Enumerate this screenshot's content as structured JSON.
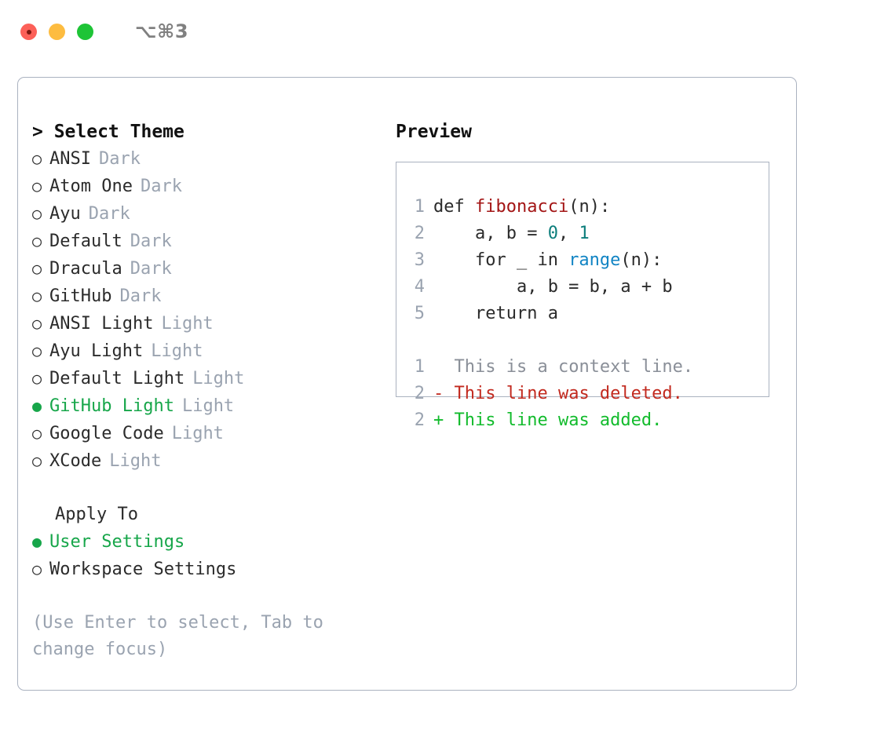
{
  "window": {
    "traffic_lights": [
      "close",
      "minimize",
      "zoom"
    ],
    "title": "⌥⌘3",
    "colors": {
      "close": "#fc6058",
      "minimize": "#fdbc40",
      "zoom": "#1ec436",
      "accent_green": "#17a64a",
      "muted": "#9aa3b0",
      "panel_border": "#aab2c0"
    }
  },
  "theme_list": {
    "heading": "> Select Theme",
    "items": [
      {
        "bullet": "○",
        "label": "ANSI",
        "tag": "Dark",
        "selected": false
      },
      {
        "bullet": "○",
        "label": "Atom One",
        "tag": "Dark",
        "selected": false
      },
      {
        "bullet": "○",
        "label": "Ayu",
        "tag": "Dark",
        "selected": false
      },
      {
        "bullet": "○",
        "label": "Default",
        "tag": "Dark",
        "selected": false
      },
      {
        "bullet": "○",
        "label": "Dracula",
        "tag": "Dark",
        "selected": false
      },
      {
        "bullet": "○",
        "label": "GitHub",
        "tag": "Dark",
        "selected": false
      },
      {
        "bullet": "○",
        "label": "ANSI Light",
        "tag": "Light",
        "selected": false
      },
      {
        "bullet": "○",
        "label": "Ayu Light",
        "tag": "Light",
        "selected": false
      },
      {
        "bullet": "○",
        "label": "Default Light",
        "tag": "Light",
        "selected": false
      },
      {
        "bullet": "●",
        "label": "GitHub Light",
        "tag": "Light",
        "selected": true
      },
      {
        "bullet": "○",
        "label": "Google Code",
        "tag": "Light",
        "selected": false
      },
      {
        "bullet": "○",
        "label": "XCode",
        "tag": "Light",
        "selected": false
      }
    ]
  },
  "apply_to": {
    "heading": "Apply To",
    "items": [
      {
        "bullet": "●",
        "label": "User Settings",
        "selected": true
      },
      {
        "bullet": "○",
        "label": "Workspace Settings",
        "selected": false
      }
    ]
  },
  "hint": "(Use Enter to select, Tab to change focus)",
  "preview": {
    "heading": "Preview",
    "code_lines": [
      {
        "no": "1",
        "segments": [
          {
            "text": "def ",
            "style": "plain"
          },
          {
            "text": "fibonacci",
            "style": "fn"
          },
          {
            "text": "(n):",
            "style": "plain"
          }
        ]
      },
      {
        "no": "2",
        "segments": [
          {
            "text": "    a, b = ",
            "style": "plain"
          },
          {
            "text": "0",
            "style": "num"
          },
          {
            "text": ", ",
            "style": "plain"
          },
          {
            "text": "1",
            "style": "num"
          }
        ]
      },
      {
        "no": "3",
        "segments": [
          {
            "text": "    for _ in ",
            "style": "plain"
          },
          {
            "text": "range",
            "style": "call"
          },
          {
            "text": "(n):",
            "style": "plain"
          }
        ]
      },
      {
        "no": "4",
        "segments": [
          {
            "text": "        a, b = b, a + b",
            "style": "plain"
          }
        ]
      },
      {
        "no": "5",
        "segments": [
          {
            "text": "    return a",
            "style": "plain"
          }
        ]
      }
    ],
    "diff_lines": [
      {
        "no": "1",
        "marker": "  ",
        "text": "This is a context line.",
        "kind": "ctx"
      },
      {
        "no": "2",
        "marker": "- ",
        "text": "This line was deleted.",
        "kind": "del"
      },
      {
        "no": "2",
        "marker": "+ ",
        "text": "This line was added.",
        "kind": "add"
      }
    ]
  }
}
